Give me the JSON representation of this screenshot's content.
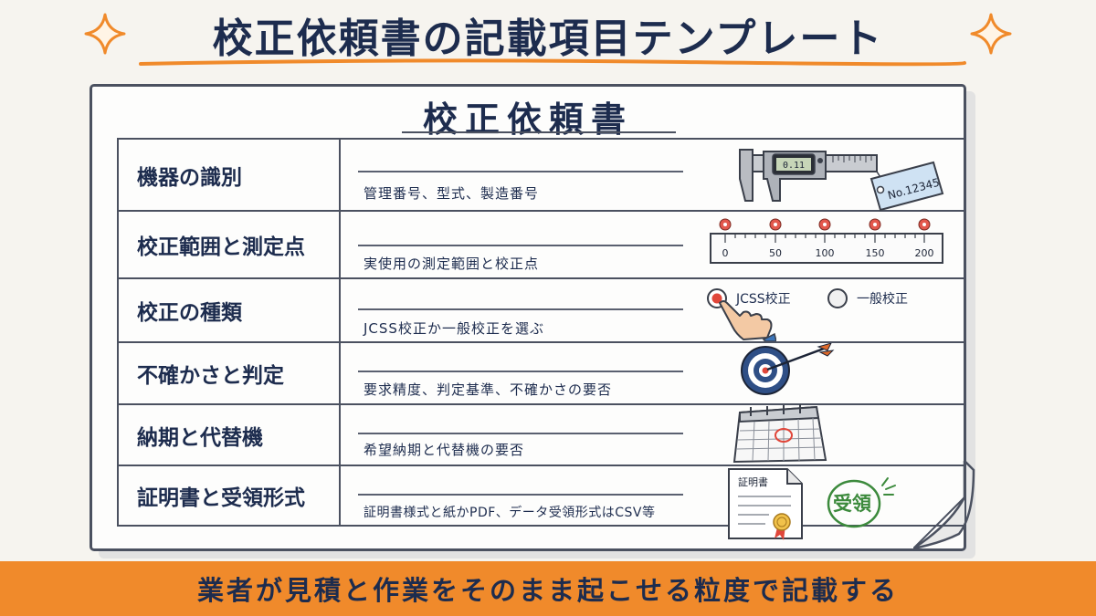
{
  "header": {
    "title": "校正依頼書の記載項目テンプレート"
  },
  "form": {
    "title": "校正依頼書",
    "rows": [
      {
        "label": "機器の識別",
        "description": "管理番号、型式、製造番号"
      },
      {
        "label": "校正範囲と測定点",
        "description": "実使用の測定範囲と校正点"
      },
      {
        "label": "校正の種類",
        "description": "JCSS校正か一般校正を選ぶ"
      },
      {
        "label": "不確かさと判定",
        "description": "要求精度、判定基準、不確かさの要否"
      },
      {
        "label": "納期と代替機",
        "description": "希望納期と代替機の要否"
      },
      {
        "label": "証明書と受領形式",
        "description": "証明書様式と紙かPDF、データ受領形式はCSV等"
      }
    ]
  },
  "illustrations": {
    "caliper_display": "0.11",
    "tag_text": "No.12345",
    "scale_ticks": [
      "0",
      "50",
      "100",
      "150",
      "200"
    ],
    "radio_options": [
      {
        "label": "JCSS校正",
        "selected": true
      },
      {
        "label": "一般校正",
        "selected": false
      }
    ],
    "certificate_title": "証明書",
    "stamp_text": "受領"
  },
  "footer": {
    "text": "業者が見積と作業をそのまま起こせる粒度で記載する"
  },
  "colors": {
    "navy": "#1d2c4e",
    "orange": "#f08a2b",
    "red": "#e0463a",
    "green": "#3c8a3c",
    "frame": "#4b5160"
  }
}
